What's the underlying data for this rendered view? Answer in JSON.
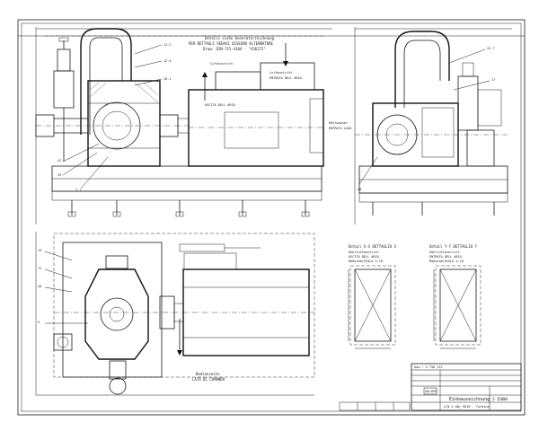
{
  "drawing_note": {
    "line1": "Details siehe Generatorzeichnung",
    "line2": "PER DETTAGLI VEDASI DISEGNO ALTERNATORE",
    "line3": "Draw: DIN-715-4104 - \"436272\""
  },
  "labels": {
    "luftaustritt": "Luftaustritt",
    "uscita_aria": "USCITA DELL ARIA",
    "luftaustritt_2": "Luftaustritt",
    "entrata_aria": "ENTRATA DELL ARIA",
    "kuehlwasser": "Kühlwasser",
    "kuehlwasser_it": "ENTRATA LAVA",
    "bedienseite": "Bedienseite",
    "lato_comando": "LATO DI COMANDO"
  },
  "details": {
    "detail_x": {
      "title": "Detail X-X  DETTAGLIO X",
      "sub1": "Kühlluftaustritt",
      "sub2": "USCITA DELL ARIA",
      "scale": "Maßstab/SCALA 1:10"
    },
    "detail_y": {
      "title": "Detail Y-Y  DETTAGLIO Y",
      "sub1": "Kühllufteintritt",
      "sub2": "ENTRATA DELL ARIA",
      "scale": "Maßstab/SCALA 1:10"
    }
  },
  "title_block": {
    "drawing_no_label": "Gew.: 4 756 112",
    "company": "SULZER",
    "title": "Einbauzeichnung",
    "sheet_code": "Z-1580H",
    "footnote": "S/N 4 AN/ 9616 - Turbine"
  }
}
